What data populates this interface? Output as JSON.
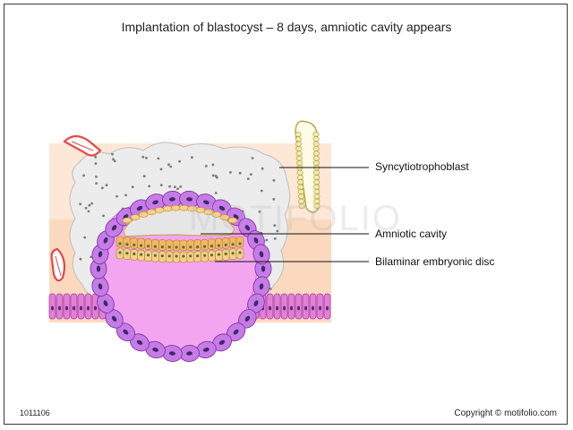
{
  "title": "Implantation of blastocyst – 8 days, amniotic cavity appears",
  "labels": {
    "syncytiotrophoblast": "Syncytiotrophoblast",
    "amniotic_cavity": "Amniotic cavity",
    "bilaminar_disc": "Bilaminar embryonic disc"
  },
  "footer": {
    "id": "1011106",
    "copyright": "Copyright © motifolio.com"
  },
  "watermark": "MOTIFOLIO",
  "colors": {
    "tissue_peach": "#fbd9bf",
    "syncytio_gray": "#ececec",
    "cytotrophoblast_purple": "#c77be6",
    "blastocoel_pink": "#f3a6ef",
    "epiblast_orange": "#f2b668",
    "amnion_gray": "#e6e6e6",
    "endometrium_magenta": "#e37fd6"
  }
}
